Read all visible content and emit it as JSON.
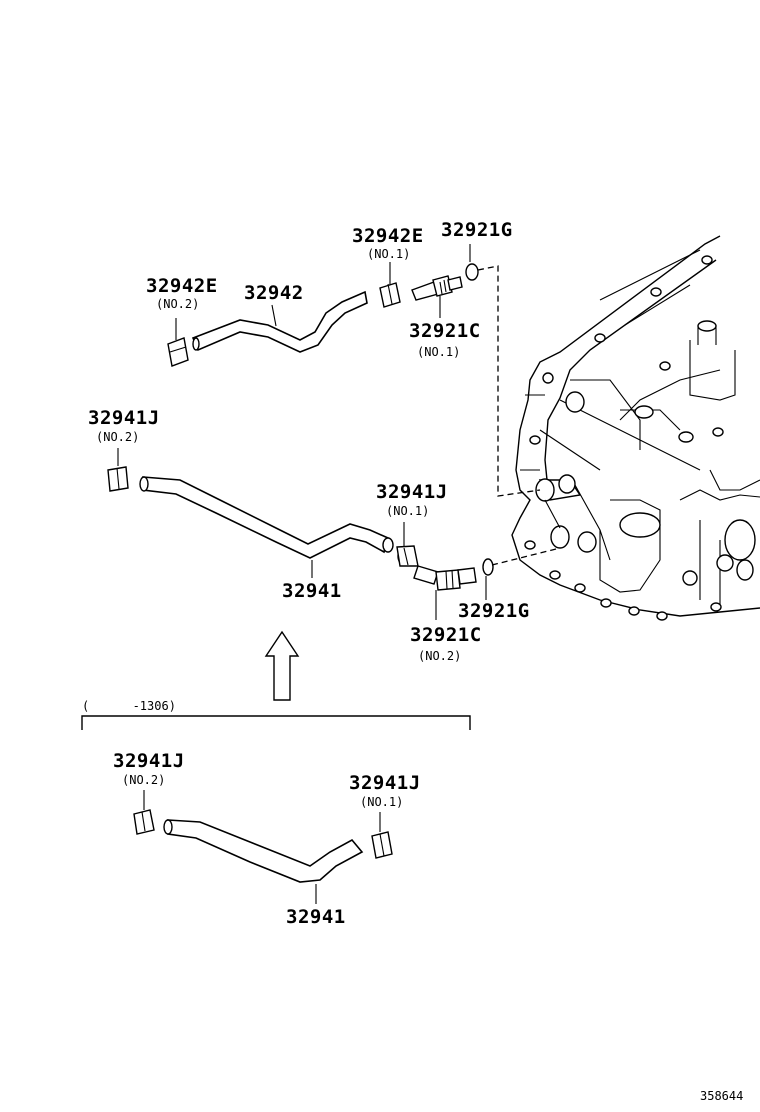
{
  "labels": {
    "top_clamp_no1_pn": "32942E",
    "top_clamp_no1_sub": "(NO.1)",
    "top_oring_pn": "32921G",
    "top_clamp_no2_pn": "32942E",
    "top_clamp_no2_sub": "(NO.2)",
    "top_hose_pn": "32942",
    "top_union_pn": "32921C",
    "top_union_sub": "(NO.1)",
    "mid_clamp_no2_pn": "32941J",
    "mid_clamp_no2_sub": "(NO.2)",
    "mid_clamp_no1_pn": "32941J",
    "mid_clamp_no1_sub": "(NO.1)",
    "mid_hose_pn": "32941",
    "mid_oring_pn": "32921G",
    "mid_union_pn": "32921C",
    "mid_union_sub": "(NO.2)",
    "date_range": "(      -1306)",
    "low_clamp_no2_pn": "32941J",
    "low_clamp_no2_sub": "(NO.2)",
    "low_clamp_no1_pn": "32941J",
    "low_clamp_no1_sub": "(NO.1)",
    "low_hose_pn": "32941",
    "illustration_id": "358644"
  }
}
